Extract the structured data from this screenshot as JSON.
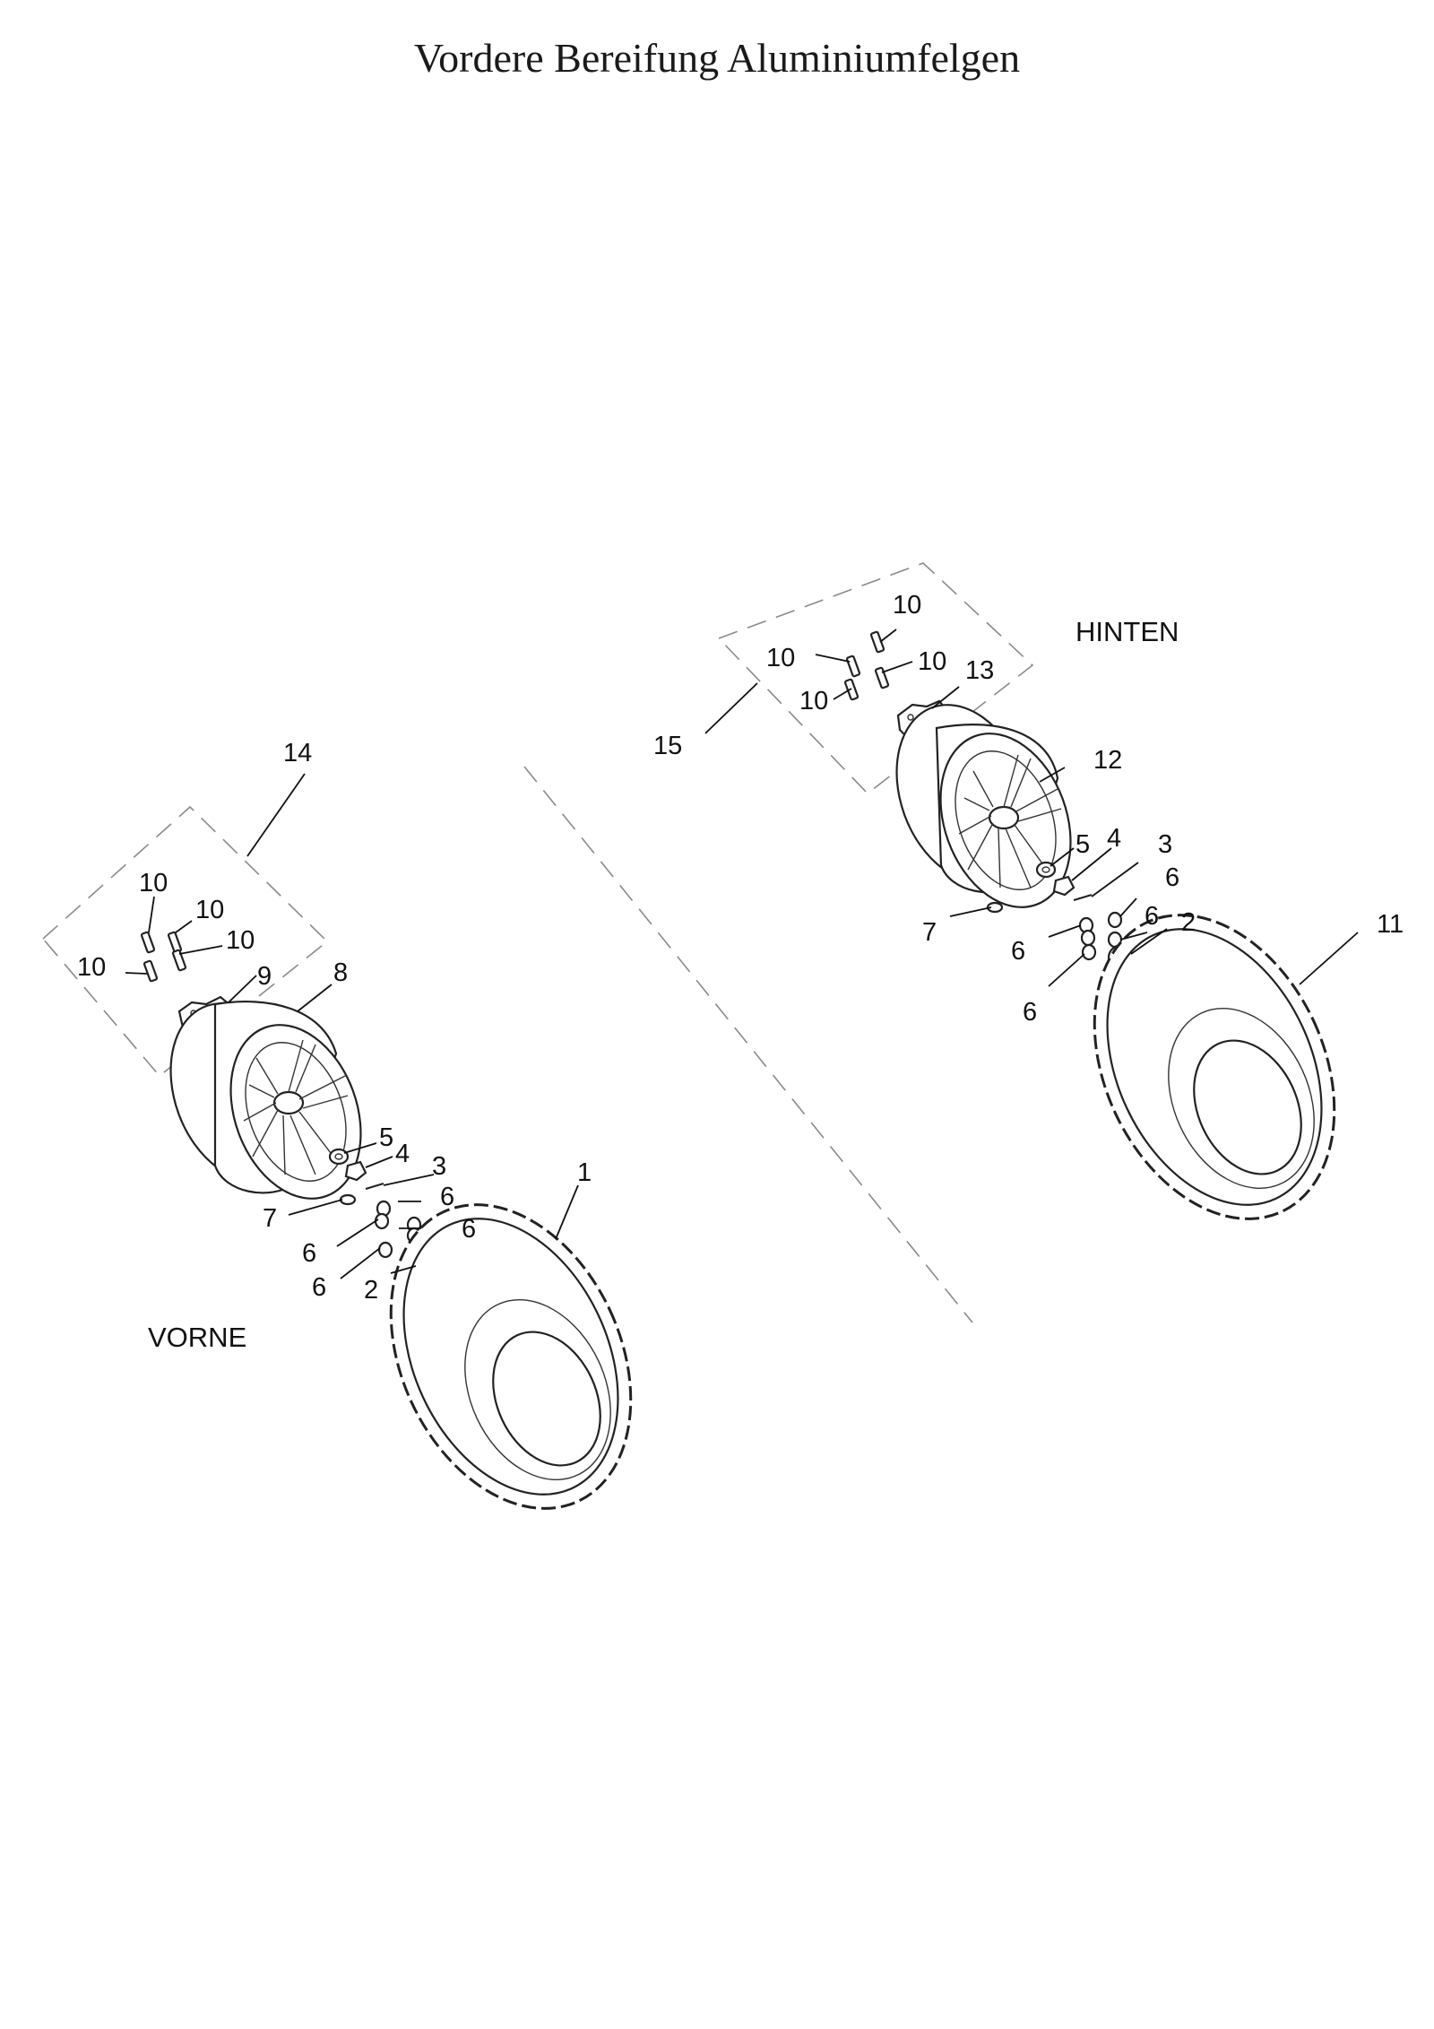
{
  "title": "Vordere Bereifung Aluminiumfelgen",
  "sides": {
    "front": "VORNE",
    "rear": "HINTEN"
  },
  "front_labels": {
    "l14": "14",
    "l10a": "10",
    "l10b": "10",
    "l10c": "10",
    "l10d": "10",
    "l9": "9",
    "l8": "8",
    "l5": "5",
    "l4": "4",
    "l3": "3",
    "l6a": "6",
    "l6b": "6",
    "l6c": "6",
    "l6d": "6",
    "l7": "7",
    "l2": "2",
    "l1": "1"
  },
  "rear_labels": {
    "l15": "15",
    "l10a": "10",
    "l10b": "10",
    "l10c": "10",
    "l10d": "10",
    "l13": "13",
    "l12": "12",
    "l5": "5",
    "l4": "4",
    "l3": "3",
    "l6a": "6",
    "l6b": "6",
    "l6c": "6",
    "l6d": "6",
    "l7": "7",
    "l2": "2",
    "l11": "11"
  },
  "colors": {
    "line": "#111111",
    "dashed_frame": "#8a8a8a",
    "background": "#ffffff"
  }
}
